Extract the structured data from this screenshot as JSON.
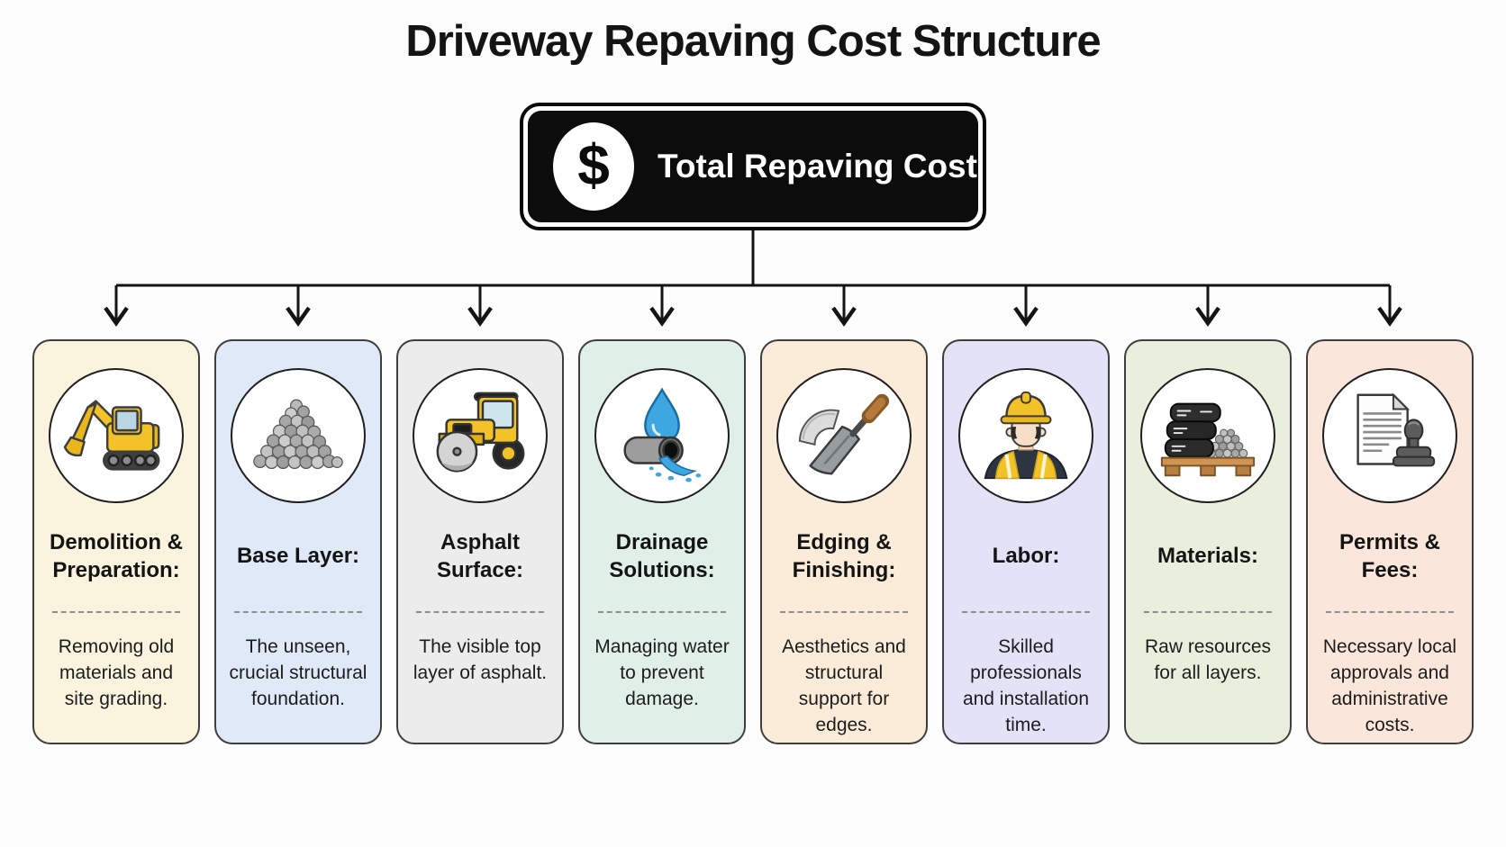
{
  "title": "Driveway Repaving Cost Structure",
  "root": {
    "label": "Total Repaving Cost",
    "symbol": "$",
    "bg": "#0c0c0c",
    "text_color": "#ffffff"
  },
  "cards": [
    {
      "title": "Demolition & Preparation:",
      "body": "Removing old materials and site grading.",
      "bg": "#faf3de",
      "icon": "excavator-icon"
    },
    {
      "title": "Base Layer:",
      "body": "The unseen, crucial structural foundation.",
      "bg": "#dfe9f8",
      "icon": "gravel-pile-icon"
    },
    {
      "title": "Asphalt Surface:",
      "body": "The visible top layer of asphalt.",
      "bg": "#ececec",
      "icon": "road-roller-icon"
    },
    {
      "title": "Drainage Solutions:",
      "body": "Managing water to prevent damage.",
      "bg": "#e0f0e8",
      "icon": "water-drainage-icon"
    },
    {
      "title": "Edging & Finishing:",
      "body": "Aesthetics and structural support for edges.",
      "bg": "#fbecd9",
      "icon": "trowel-icon"
    },
    {
      "title": "Labor:",
      "body": "Skilled professionals and installation time.",
      "bg": "#e4e2f6",
      "icon": "construction-worker-icon"
    },
    {
      "title": "Materials:",
      "body": "Raw resources for all layers.",
      "bg": "#e9efdd",
      "icon": "material-bags-icon"
    },
    {
      "title": "Permits & Fees:",
      "body": "Necessary local approvals and administrative costs.",
      "bg": "#fae6db",
      "icon": "document-stamp-icon"
    }
  ]
}
